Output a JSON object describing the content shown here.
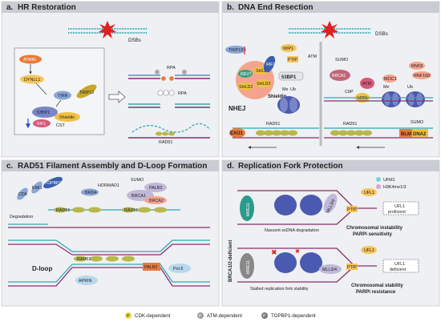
{
  "panels": {
    "a": {
      "letter": "a.",
      "title": "HR Restoration",
      "dsbs": "DSBs",
      "atmin": "ATMIN",
      "dynll1": "DYNLL1",
      "tirr": "TIRR",
      "trip13": "TRIP13",
      "p53bp1": "53BP1",
      "shieldin": "Shieldin",
      "rif1": "RIF1",
      "cst": "CST",
      "rpa": "RPA",
      "rpa2": "RPA",
      "rad51": "RAD51"
    },
    "b": {
      "letter": "b.",
      "title": "DNA End Resection",
      "dsbs": "DSBs",
      "trip13": "TRIP13",
      "rif1": "RIF1",
      "wip1": "WIP1",
      "ptip": "PTIP",
      "atm": "ATM",
      "rev7": "REV7",
      "shld1": "SHLD1",
      "shld2": "SHLD2",
      "shld3": "SHLD3",
      "p53bp1": "53BP1",
      "shieldin": "Shieldin",
      "nhej": "NHEJ",
      "sumo": "SUMO",
      "brca1": "BRCA1",
      "ctip": "CtIP",
      "mrn": "MRN",
      "atm2": "ATM",
      "moc1": "MOC1",
      "rnf8": "RNF8",
      "rnf168": "RNF168",
      "me": "Me",
      "ub": "Ub",
      "me2": "Me",
      "ub2": "Ub",
      "exo1": "EXO1",
      "rad51": "RAD51",
      "rad51b": "RAD51",
      "blm": "BLM",
      "dna2": "DNA2",
      "sumo2": "SUMO"
    },
    "c": {
      "letter": "c.",
      "title": "RAD51 Filament Assembly and D-Loop Formation",
      "cdk": "CDK",
      "emi1": "EMI1",
      "topbp1": "TOPBP1",
      "hormad1": "HORMAD1",
      "brd4": "BRD4",
      "sumo": "SUMO",
      "palb2": "PALB2",
      "brca1": "BRCA1",
      "brca2": "BRCA2",
      "degradation": "Degradation",
      "dloop": "D-loop",
      "aprin": "APRIN",
      "palb2b": "PALB2",
      "pold": "Pol δ",
      "rad51": "RAD51"
    },
    "d": {
      "letter": "d.",
      "title": "Replication Fork Protection",
      "legend_ufm1": "UFM1",
      "legend_h3k4": "H3K4me1/3",
      "side": "BRCA1/2-deficient",
      "ufl1": "UFL1",
      "ufl1b": "UFL1",
      "mre11": "MRE11",
      "mre11b": "MRE11",
      "mll34": "MLL3/4",
      "mll34b": "MLL3/4",
      "ptip": "PTIP",
      "ptipb": "PTIP",
      "box1": "UFL1\nproficient",
      "box1_l1": "UFL1",
      "box1_l2": "proficient",
      "box2_l1": "UFL1",
      "box2_l2": "deficient",
      "caption1": "Nascent ssDNA degradation",
      "res1_l1": "Chromosomal instability",
      "res1_l2": "PARPi sensitivity",
      "caption2": "Stalled replication fork stability",
      "res2_l1": "Chromosomal stability",
      "res2_l2": "PARPi resistance"
    }
  },
  "legend": {
    "cdk": "CDK-dependent",
    "atm": "ATM-dependent",
    "topbp1": "TOPBP1-dependent",
    "p": "P",
    "cdk_color": "#e8d84a",
    "atm_color": "#9a9a9a",
    "topbp1_color": "#777777"
  },
  "colors": {
    "panel_bg": "#eef0f3",
    "header_bg": "#c9ccd2",
    "dna_teal": "#2aa8b5",
    "dna_purple": "#8b2d6b",
    "rad51": "#b8b84a",
    "red_arrow": "#e02020",
    "blue_arrow": "#2050c0"
  }
}
